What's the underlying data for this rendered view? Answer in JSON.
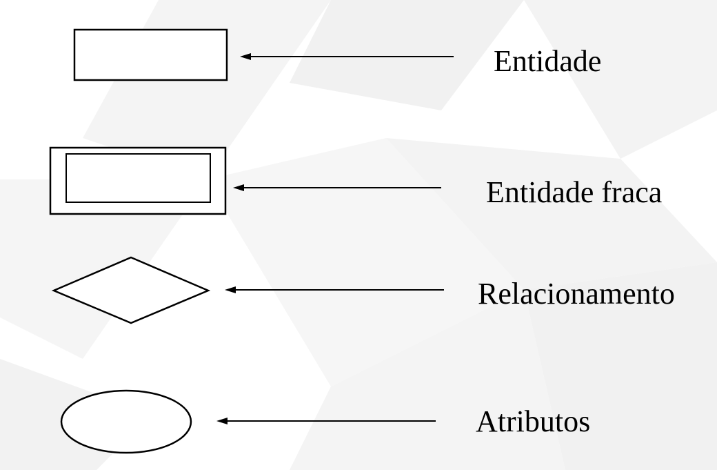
{
  "legend": {
    "entidade": {
      "label": "Entidade",
      "icon": "rectangle-icon"
    },
    "entidade_fraca": {
      "label": "Entidade fraca",
      "icon": "double-rectangle-icon"
    },
    "relacionamento": {
      "label": "Relacionamento",
      "icon": "diamond-icon"
    },
    "atributos": {
      "label": "Atributos",
      "icon": "ellipse-icon"
    }
  },
  "colors": {
    "stroke": "#000000",
    "fill": "#ffffff",
    "background": "#ffffff",
    "background_pattern": "#eeeeee"
  }
}
